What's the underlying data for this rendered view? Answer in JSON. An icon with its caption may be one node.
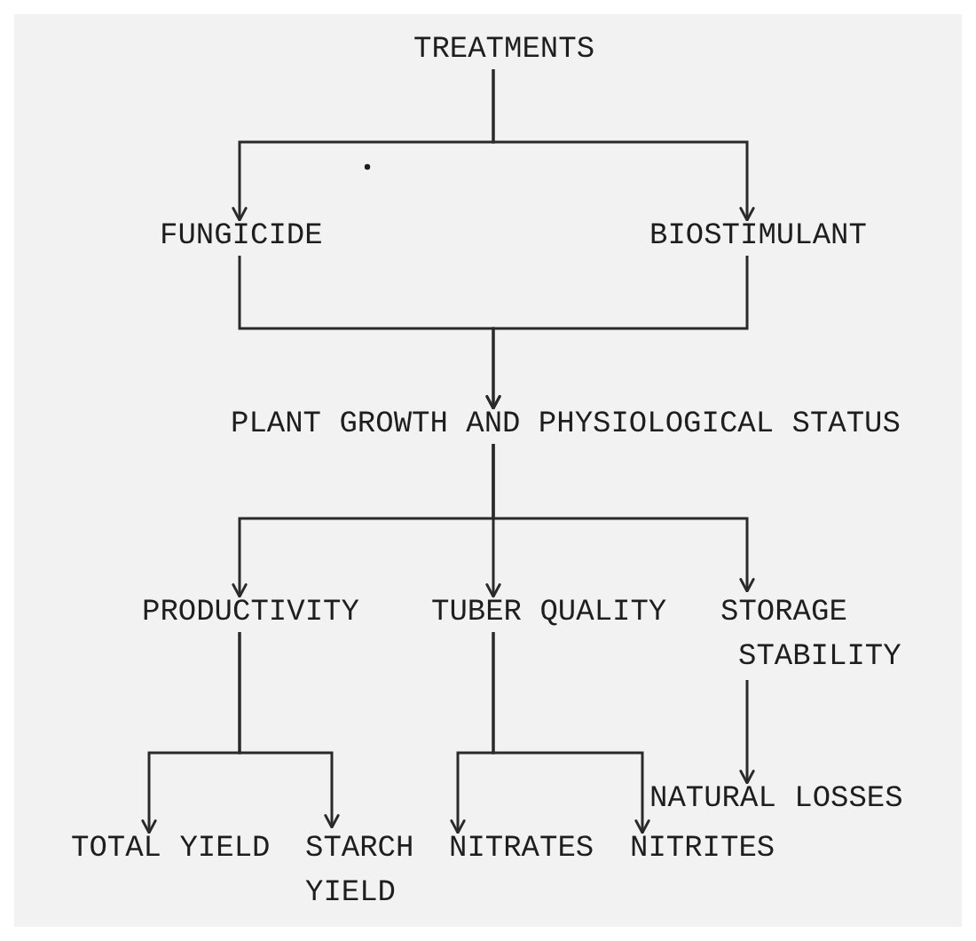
{
  "diagram": {
    "nodes": [
      {
        "text": [
          "TREATMENTS"
        ]
      },
      {
        "text": [
          "FUNGICIDE"
        ]
      },
      {
        "text": [
          "BIOSTIMULANT"
        ]
      },
      {
        "text": [
          "PLANT GROWTH AND PHYSIOLOGICAL STATUS"
        ]
      },
      {
        "text": [
          "PRODUCTIVITY"
        ]
      },
      {
        "text": [
          "TUBER QUALITY"
        ]
      },
      {
        "text": [
          "STORAGE STABILITY"
        ]
      },
      {
        "text": [
          "TOTAL YIELD"
        ]
      },
      {
        "text": [
          "STARCH YIELD"
        ]
      },
      {
        "text": [
          "NITRATES"
        ]
      },
      {
        "text": [
          "NITRITES"
        ]
      },
      {
        "text": [
          "NATURAL LOSSES"
        ]
      }
    ],
    "edges": [
      {
        "from": 0,
        "to": 1,
        "arrow": "to"
      },
      {
        "from": 0,
        "to": 2,
        "arrow": "to"
      },
      {
        "from": 1,
        "to": 3,
        "arrow": "to"
      },
      {
        "from": 2,
        "to": 3,
        "arrow": "to"
      },
      {
        "from": 3,
        "to": 4,
        "arrow": "to"
      },
      {
        "from": 3,
        "to": 5,
        "arrow": "to"
      },
      {
        "from": 3,
        "to": 6,
        "arrow": "to"
      },
      {
        "from": 4,
        "to": 7,
        "arrow": "to"
      },
      {
        "from": 4,
        "to": 8,
        "arrow": "to"
      },
      {
        "from": 5,
        "to": 9,
        "arrow": "to"
      },
      {
        "from": 5,
        "to": 10,
        "arrow": "to"
      },
      {
        "from": 6,
        "to": 11,
        "arrow": "to"
      }
    ]
  }
}
